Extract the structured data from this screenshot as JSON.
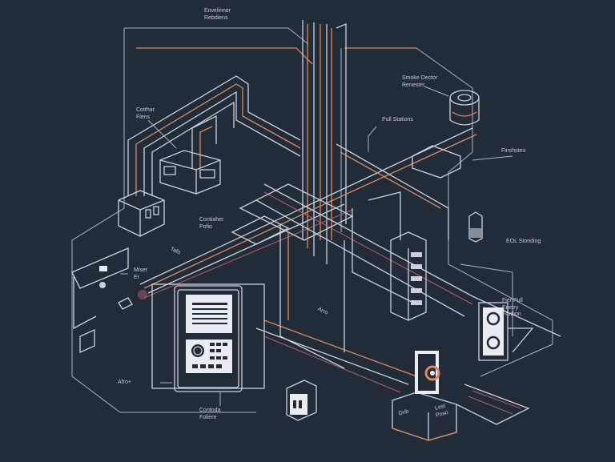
{
  "colors": {
    "background": "#222b38",
    "line": "#c9d1dc",
    "accent": "#d98a5e",
    "accent_red": "#b4606a"
  },
  "labels": {
    "envelinner": "Envelinner\nRebdiens",
    "smoke_detector": "Smoke Dector\nRenester",
    "cotthar": "Cotthar\nFiens",
    "pull_stations": "Pull Stations",
    "finshsteo": "Finshsteo",
    "contiaher": "Contiaher\nPofio",
    "tafo": "Tafo",
    "eol": "EOL Stonding",
    "miser": "Miser\nEr",
    "fier_pull": "Fier Pull\nEnetry\nFrodion",
    "arro": "Arro",
    "afro": "Afro+",
    "contoda": "Contoda\nFoliere",
    "drib": "Drib",
    "lest": "Lest\nPoso"
  }
}
